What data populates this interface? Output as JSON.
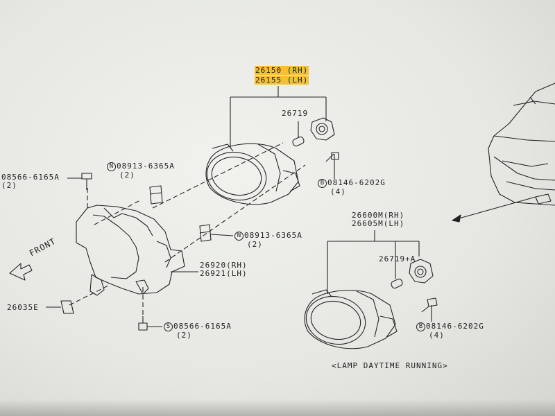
{
  "labels": {
    "lamp_rh": "26150 (RH)",
    "lamp_lh": "26155 (LH)",
    "bulb_top": "26719",
    "bolt_top_code": "B",
    "bolt_top_part": "08146-6202G",
    "bolt_top_qty": "(4)",
    "nut_top_code": "N",
    "nut_top_part": "08913-6365A",
    "nut_top_qty": "(2)",
    "screw_left_part": "08566-6165A",
    "screw_left_qty": "(2)",
    "nut_mid_code": "N",
    "nut_mid_part": "08913-6365A",
    "nut_mid_qty": "(2)",
    "bracket_rh": "26920(RH)",
    "bracket_lh": "26921(LH)",
    "clip": "26035E",
    "screw_bottom_code": "S",
    "screw_bottom_part": "08566-6165A",
    "screw_bottom_qty": "(2)",
    "drl_rh": "26600M(RH)",
    "drl_lh": "26605M(LH)",
    "bulb_drl": "26719+A",
    "bolt_drl_code": "B",
    "bolt_drl_part": "08146-6202G",
    "bolt_drl_qty": "(4)",
    "front": "FRONT",
    "caption": "<LAMP DAYTIME RUNNING>"
  },
  "colors": {
    "highlight": "#f2c233",
    "line": "#222222",
    "paper": "#ecede9"
  }
}
